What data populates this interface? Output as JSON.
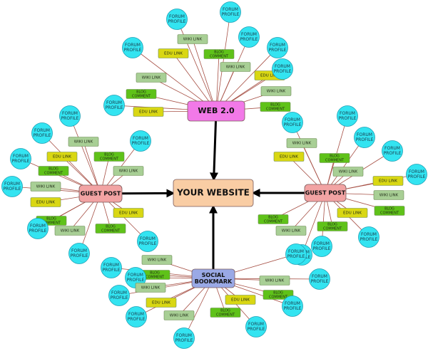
{
  "nodes": {
    "center": {
      "label": "YOUR WEBSITE",
      "color": "#f9cda4"
    },
    "web20": {
      "label": "WEB 2.0",
      "color": "#f279e8"
    },
    "guest_left": {
      "label": "GUEST POST",
      "color": "#f2a3a3"
    },
    "guest_right": {
      "label": "GUEST POST",
      "color": "#f2a3a3"
    },
    "social": {
      "label": "SOCIAL BOOKMARK",
      "color": "#9aa9e6"
    }
  },
  "labels": {
    "forum": "FORUM PROFILE",
    "wiki": "WIKI LINK",
    "edu": "EDU LINK",
    "blog": "BLOG COMMENT"
  },
  "colors": {
    "forum_fill": "#33e4f1",
    "forum_stroke": "#1b9fb4",
    "wiki_fill": "#a8cf95",
    "edu_fill": "#d9d713",
    "blog_fill": "#5fc219",
    "spoke_line": "#a64f44",
    "arrow": "#000000"
  }
}
